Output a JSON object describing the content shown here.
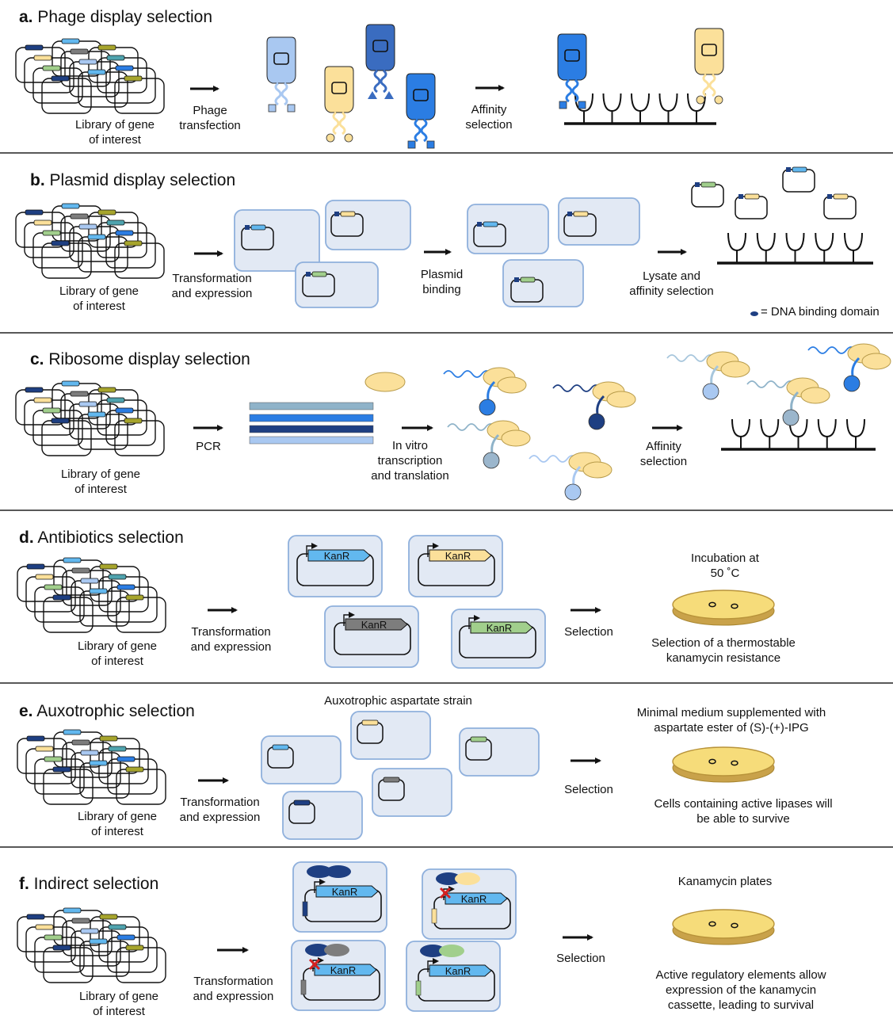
{
  "colors": {
    "olive": "#a7a52c",
    "navy": "#1e3f82",
    "blue": "#2b7de3",
    "sky": "#62b8ef",
    "pale_blue": "#a9c8f1",
    "yellow": "#fbe09a",
    "gray": "#7d7d7d",
    "green": "#a1cf8c",
    "teal": "#4fa3ae",
    "cell": "#e2e9f4",
    "cell_border": "#8fb0dc",
    "plate": "#f6dc7a",
    "plate_rim": "#c9a24a"
  },
  "panels": {
    "a": {
      "letter": "a.",
      "title": "Phage display selection",
      "library": [
        "Library of gene",
        "of interest"
      ],
      "step1": [
        "Phage",
        "transfection"
      ],
      "step2": [
        "Affinity",
        "selection"
      ]
    },
    "b": {
      "letter": "b.",
      "title": "Plasmid display selection",
      "library": [
        "Library of gene",
        "of interest"
      ],
      "step1": [
        "Transformation",
        "and expression"
      ],
      "step2": [
        "Plasmid",
        "binding"
      ],
      "step3": [
        "Lysate and",
        "affinity selection"
      ],
      "legend": "= DNA binding domain"
    },
    "c": {
      "letter": "c.",
      "title": "Ribosome display selection",
      "library": [
        "Library of gene",
        "of interest"
      ],
      "step1": "PCR",
      "step2": [
        "In vitro",
        "transcription",
        "and translation"
      ],
      "step3": [
        "Affinity",
        "selection"
      ]
    },
    "d": {
      "letter": "d.",
      "title": "Antibiotics selection",
      "library": [
        "Library of gene",
        "of interest"
      ],
      "step1": [
        "Transformation",
        "and expression"
      ],
      "gene": "KanR",
      "step2": "Selection",
      "plate_top": [
        "Incubation at",
        "50 ˚C"
      ],
      "plate_bottom": [
        "Selection of a thermostable",
        "kanamycin resistance"
      ]
    },
    "e": {
      "letter": "e.",
      "title": "Auxotrophic selection",
      "library": [
        "Library of gene",
        "of interest"
      ],
      "step1": [
        "Transformation",
        "and expression"
      ],
      "strain": "Auxotrophic aspartate strain",
      "step2": "Selection",
      "plate_top": [
        "Minimal medium supplemented with",
        "aspartate ester of (S)-(+)-IPG"
      ],
      "plate_bottom": [
        "Cells containing active lipases will",
        "be able to survive"
      ]
    },
    "f": {
      "letter": "f.",
      "title": "Indirect selection",
      "library": [
        "Library of gene",
        "of interest"
      ],
      "step1": [
        "Transformation",
        "and expression"
      ],
      "gene": "KanR",
      "step2": "Selection",
      "plate_top": "Kanamycin plates",
      "plate_bottom": [
        "Active regulatory elements allow",
        "expression of the kanamycin",
        "cassette, leading to survival"
      ]
    }
  }
}
